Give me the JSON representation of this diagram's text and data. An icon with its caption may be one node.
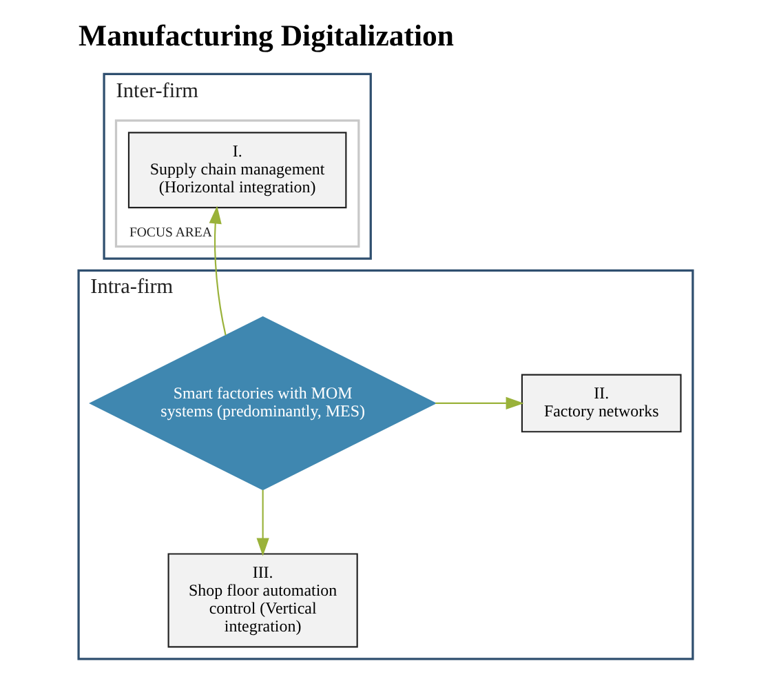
{
  "diagram": {
    "title": "Manufacturing Digitalization",
    "nodes": [
      {
        "text": [
          "Inter-firm"
        ]
      },
      {
        "text": [
          "FOCUS AREA"
        ],
        "in": 0
      },
      {
        "text": [
          "I.",
          "Supply chain management (Horizontal integration)"
        ],
        "in": 1
      },
      {
        "text": [
          "Intra-firm"
        ]
      },
      {
        "text": [
          "Smart factories with MOM systems (predominantly, MES)"
        ],
        "in": 3
      },
      {
        "text": [
          "II.",
          "Factory networks"
        ],
        "in": 3
      },
      {
        "text": [
          "III.",
          "Shop floor automation control (Vertical integration)"
        ],
        "in": 3
      }
    ],
    "edges": [
      {
        "from": 4,
        "to": 2,
        "arrow": "to"
      },
      {
        "from": 4,
        "to": 5,
        "arrow": "to"
      },
      {
        "from": 4,
        "to": 6,
        "arrow": "to"
      }
    ]
  }
}
